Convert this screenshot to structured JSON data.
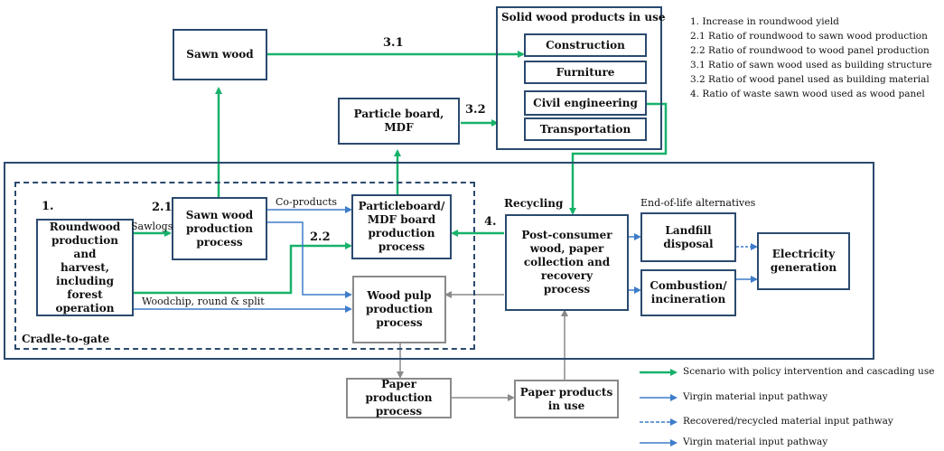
{
  "boxes": {
    "sawn_wood": "Sawn wood",
    "particle_board": "Particle board,\nMDF",
    "solid_wood_title": "Solid wood products in use",
    "construction": "Construction",
    "furniture": "Furniture",
    "civil_engineering": "Civil engineering",
    "transportation": "Transportation",
    "roundwood": "Roundwood\nproduction and\nharvest,\nincluding forest\noperation",
    "sawn_wood_process": "Sawn wood\nproduction\nprocess",
    "particleboard_process": "Particleboard/\nMDF board\nproduction\nprocess",
    "wood_pulp": "Wood pulp\nproduction\nprocess",
    "post_consumer": "Post-consumer\nwood, paper\ncollection and\nrecovery\nprocess",
    "landfill": "Landfill\ndisposal",
    "combustion": "Combustion/\nincineration",
    "electricity": "Electricity\ngeneration",
    "paper_production": "Paper production\nprocess",
    "paper_products": "Paper products\nin use"
  },
  "labels": {
    "n1": "1.",
    "n21": "2.1",
    "n22": "2.2",
    "n31": "3.1",
    "n32": "3.2",
    "n4": "4.",
    "sawlogs": "Sawlogs",
    "co_products": "Co-products",
    "woodchip": "Woodchip, round & split",
    "recycling": "Recycling",
    "eol": "End-of-life alternatives",
    "cradle": "Cradle-to-gate"
  },
  "notes": [
    "1. Increase in roundwood yield",
    "2.1 Ratio of roundwood to sawn wood production",
    "2.2 Ratio of roundwood to wood panel  production",
    "3.1 Ratio of sawn wood used as building structure",
    "3.2 Ratio of wood panel used as building material",
    "4.  Ratio of waste sawn wood used as wood panel"
  ],
  "legend": [
    {
      "label": "Scenario with policy intervention and cascading use",
      "color": "#17b26a",
      "style": "solid"
    },
    {
      "label": "Virgin material input pathway",
      "color": "#3d7cc9",
      "style": "solid"
    },
    {
      "label": "Recovered/recycled material input pathway",
      "color": "#3d7cc9",
      "style": "dashed"
    },
    {
      "label": "Virgin material input pathway",
      "color": "#3d7cc9",
      "style": "solid"
    }
  ],
  "colors": {
    "green": "#17b26a",
    "blue": "#3d7cc9",
    "grey": "#8a8a8a",
    "navy": "#2b4a6f"
  }
}
